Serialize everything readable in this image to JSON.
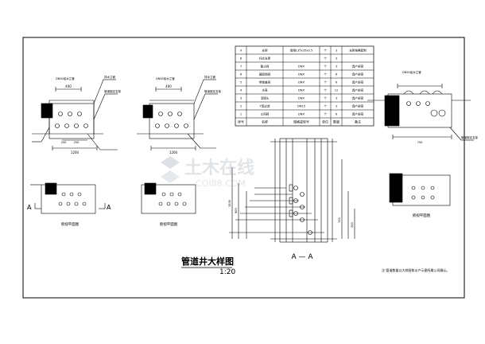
{
  "drawing": {
    "main_title": "管道井大样图",
    "scale": "1:20",
    "section_label": "A — A",
    "note": "注:管道数量以大样图和水户示意所属公司确认。",
    "watermark_main": "土木在线",
    "watermark_sub": "COI88.COM"
  },
  "views": {
    "detail_caption": "俯视平面图",
    "arrow_a_left": "A",
    "arrow_a_right": "A",
    "dim_1200": "1200",
    "dim_400": "400",
    "dim_200": "200",
    "dim_250": "250",
    "dim_1500": "1500",
    "dim_900": "900",
    "dim_700": "700",
    "dim_300": "300",
    "dim_750": "750",
    "callout_a": "DN50给水立管",
    "callout_b": "排水立管",
    "callout_c": "管道固定支架"
  },
  "table": {
    "headers": [
      "序号",
      "名称",
      "规格或型号",
      "单位",
      "数量",
      "备注"
    ],
    "rows": [
      [
        "9",
        "支架",
        "角钢L35x35x3.5",
        "个",
        "3",
        "支架按需配制"
      ],
      [
        "8",
        "托式支架",
        "",
        "个",
        "3",
        ""
      ],
      [
        "7",
        "截止阀",
        "DNX",
        "个",
        "3",
        "具产前密"
      ],
      [
        "6",
        "截面钢阀",
        "DNX",
        "个",
        "6",
        "具产前密"
      ],
      [
        "5",
        "带锁盖阀",
        "DNX",
        "个",
        "6",
        "具产前密"
      ],
      [
        "4",
        "水表",
        "DNX",
        "个",
        "12",
        "具产前密"
      ],
      [
        "3",
        "活接头",
        "DNX",
        "个",
        "3",
        "具产前密"
      ],
      [
        "2",
        "Y型过滤",
        "DN15",
        "个",
        "3",
        "具产前密"
      ],
      [
        "1",
        "止回阀",
        "DNX",
        "个",
        "6",
        "具产前密"
      ]
    ]
  }
}
